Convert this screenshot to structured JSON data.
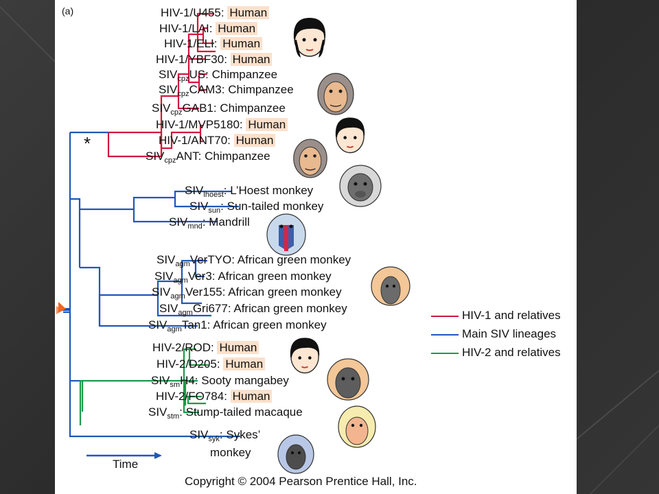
{
  "colors": {
    "hiv1": "#d2163c",
    "siv": "#1f57b8",
    "hiv2": "#1a9a4a",
    "host_highlight": "#fbe0cb",
    "root_arrow": "#f26522"
  },
  "panel_label": "(a)",
  "star_marker": "*",
  "leaves": [
    {
      "strain": "HIV-1/U455:",
      "host": "Human",
      "human": true
    },
    {
      "strain": "HIV-1/LAI:",
      "host": "Human",
      "human": true
    },
    {
      "strain": "HIV-1/ELI:",
      "host": "Human",
      "human": true
    },
    {
      "strain": "HIV-1/YBF30:",
      "host": "Human",
      "human": true
    },
    {
      "base": "SIV",
      "sub": "cpz",
      "rest": "US:",
      "host": "Chimpanzee"
    },
    {
      "base": "SIV",
      "sub": "cpz",
      "rest": "CAM3:",
      "host": "Chimpanzee"
    },
    {
      "base": "SIV",
      "sub": "cpz",
      "rest": "GAB1:",
      "host": "Chimpanzee"
    },
    {
      "strain": "HIV-1/MVP5180:",
      "host": "Human",
      "human": true
    },
    {
      "strain": "HIV-1/ANT70:",
      "host": "Human",
      "human": true
    },
    {
      "base": "SIV",
      "sub": "cpz",
      "rest": "ANT:",
      "host": "Chimpanzee"
    },
    {
      "base": "SIV",
      "sub": "lhoest",
      "rest": ":",
      "host": "L’Hoest monkey"
    },
    {
      "base": "SIV",
      "sub": "sun",
      "rest": ":",
      "host": "Sun-tailed monkey"
    },
    {
      "base": "SIV",
      "sub": "mnd",
      "rest": ":",
      "host": "Mandrill"
    },
    {
      "base": "SIV",
      "sub": "agm",
      "rest": "VerTYO:",
      "host": "African green monkey"
    },
    {
      "base": "SIV",
      "sub": "agm",
      "rest": "Ver3:",
      "host": "African green monkey"
    },
    {
      "base": "SIV",
      "sub": "agm",
      "rest": "Ver155:",
      "host": "African green monkey"
    },
    {
      "base": "SIV",
      "sub": "agm",
      "rest": "Gri677:",
      "host": "African green monkey"
    },
    {
      "base": "SIV",
      "sub": "agm",
      "rest": "Tan1:",
      "host": "African green monkey"
    },
    {
      "strain": "HIV-2/ROD:",
      "host": "Human",
      "human": true
    },
    {
      "strain": "HIV-2/D205:",
      "host": "Human",
      "human": true
    },
    {
      "base": "SIV",
      "sub": "sm",
      "rest": "H4:",
      "host": "Sooty mangabey"
    },
    {
      "strain": "HIV-2/FO784:",
      "host": "Human",
      "human": true
    },
    {
      "base": "SIV",
      "sub": "stm",
      "rest": ":",
      "host": "Stump-tailed macaque"
    },
    {
      "base": "SIV",
      "sub": "syk",
      "rest": ":",
      "host": "Sykes’",
      "host_line2": "monkey"
    }
  ],
  "legend": [
    {
      "label": "HIV-1 and relatives",
      "color": "#d2163c"
    },
    {
      "label": "Main SIV lineages",
      "color": "#1f57b8"
    },
    {
      "label": "HIV-2 and relatives",
      "color": "#1a9a4a"
    }
  ],
  "time_label": "Time",
  "copyright": "Copyright © 2004 Pearson Prentice Hall, Inc.",
  "icons": {
    "human_face": "human-face-icon",
    "chimpanzee": "chimpanzee-face-icon",
    "lhoest_monkey": "lhoest-monkey-face-icon",
    "mandrill": "mandrill-face-icon",
    "african_green_monkey": "african-green-monkey-face-icon",
    "sooty_mangabey": "sooty-mangabey-face-icon",
    "stump_tailed_macaque": "stump-tailed-macaque-face-icon",
    "sykes_monkey": "sykes-monkey-face-icon"
  }
}
